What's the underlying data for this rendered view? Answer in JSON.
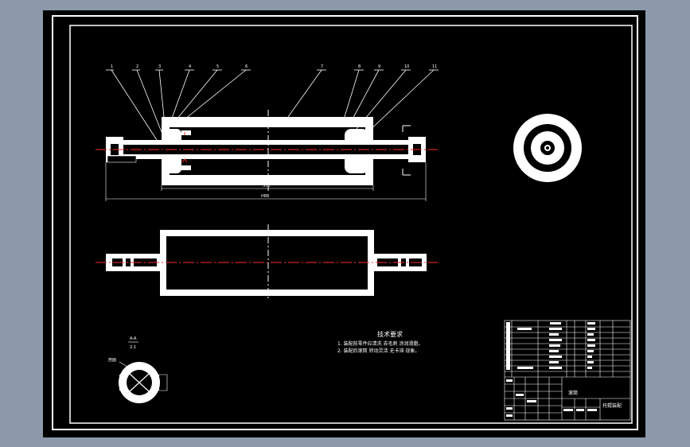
{
  "colors": {
    "canvas": "#000000",
    "line": "#ffffff",
    "centerline": "#ff2a2a",
    "viewport_bg": "#8c99aa"
  },
  "balloons": [
    "1",
    "2",
    "3",
    "4",
    "5",
    "6",
    "7",
    "8",
    "9",
    "10",
    "11"
  ],
  "dimensions": {
    "inner_length": "350",
    "overall_length": "H88"
  },
  "section_label": {
    "top": "A-A",
    "bottom": "2:1"
  },
  "section_note": "剖面",
  "technical_requirements": {
    "title": "技术要求",
    "items": [
      "1. 装配前零件应清洗 去毛刺 涂润滑脂。",
      "2. 装配后滚筒 转动灵活 无卡滞 现象。"
    ]
  },
  "title_block": {
    "part_name": "滚筒",
    "drawing_name": "托辊装配"
  }
}
